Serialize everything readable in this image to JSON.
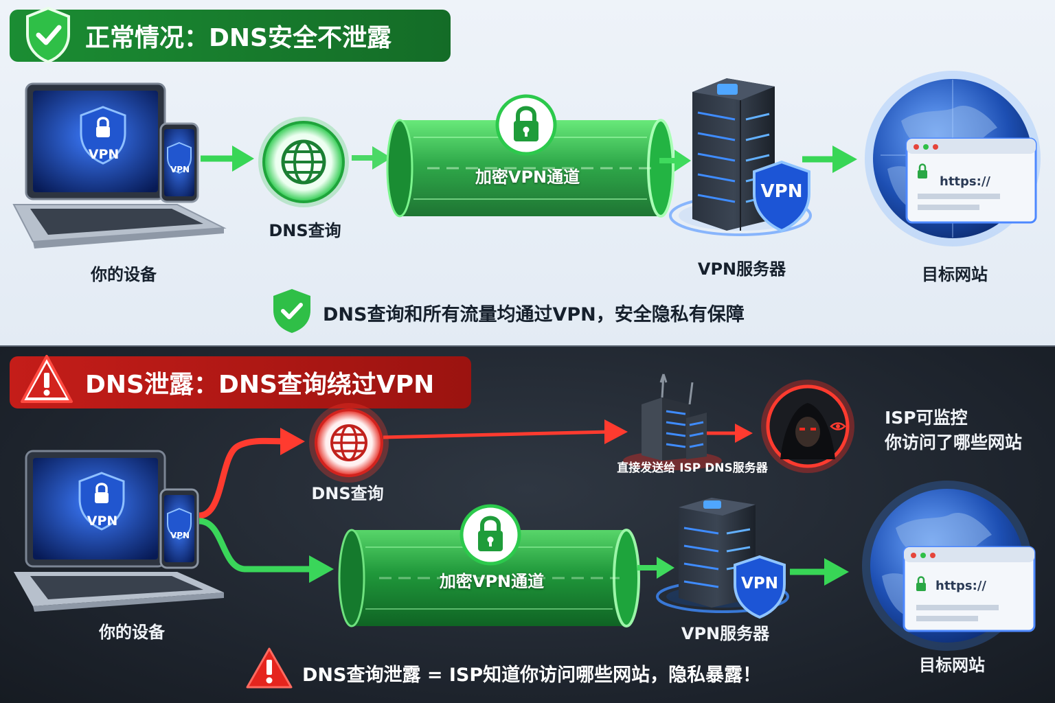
{
  "colors": {
    "safe_green": "#1f9c3a",
    "danger_red": "#d2231e",
    "vpn_blue": "#1e5ed6",
    "top_bg": "#e8eff7",
    "bottom_bg": "#1f252d"
  },
  "top": {
    "title": "正常情况：DNS安全不泄露",
    "title_icon": "shield-check-icon",
    "device_label": "你的设备",
    "laptop_badge": "VPN",
    "phone_badge": "VPN",
    "dns_label": "DNS查询",
    "tunnel_label": "加密VPN通道",
    "server_label": "VPN服务器",
    "server_badge": "VPN",
    "site_label": "目标网站",
    "url": "https://",
    "note": "DNS查询和所有流量均通过VPN，安全隐私有保障"
  },
  "bottom": {
    "title": "DNS泄露：DNS查询绕过VPN",
    "title_icon": "warning-icon",
    "device_label": "你的设备",
    "laptop_badge": "VPN",
    "phone_badge": "VPN",
    "dns_label": "DNS查询",
    "isp_label": "直接发送给 ISP DNS服务器",
    "monitor_line1": "ISP可监控",
    "monitor_line2": "你访问了哪些网站",
    "tunnel_label": "加密VPN通道",
    "server_label": "VPN服务器",
    "server_badge": "VPN",
    "site_label": "目标网站",
    "url": "https://",
    "note": "DNS查询泄露 = ISP知道你访问哪些网站，隐私暴露！"
  }
}
